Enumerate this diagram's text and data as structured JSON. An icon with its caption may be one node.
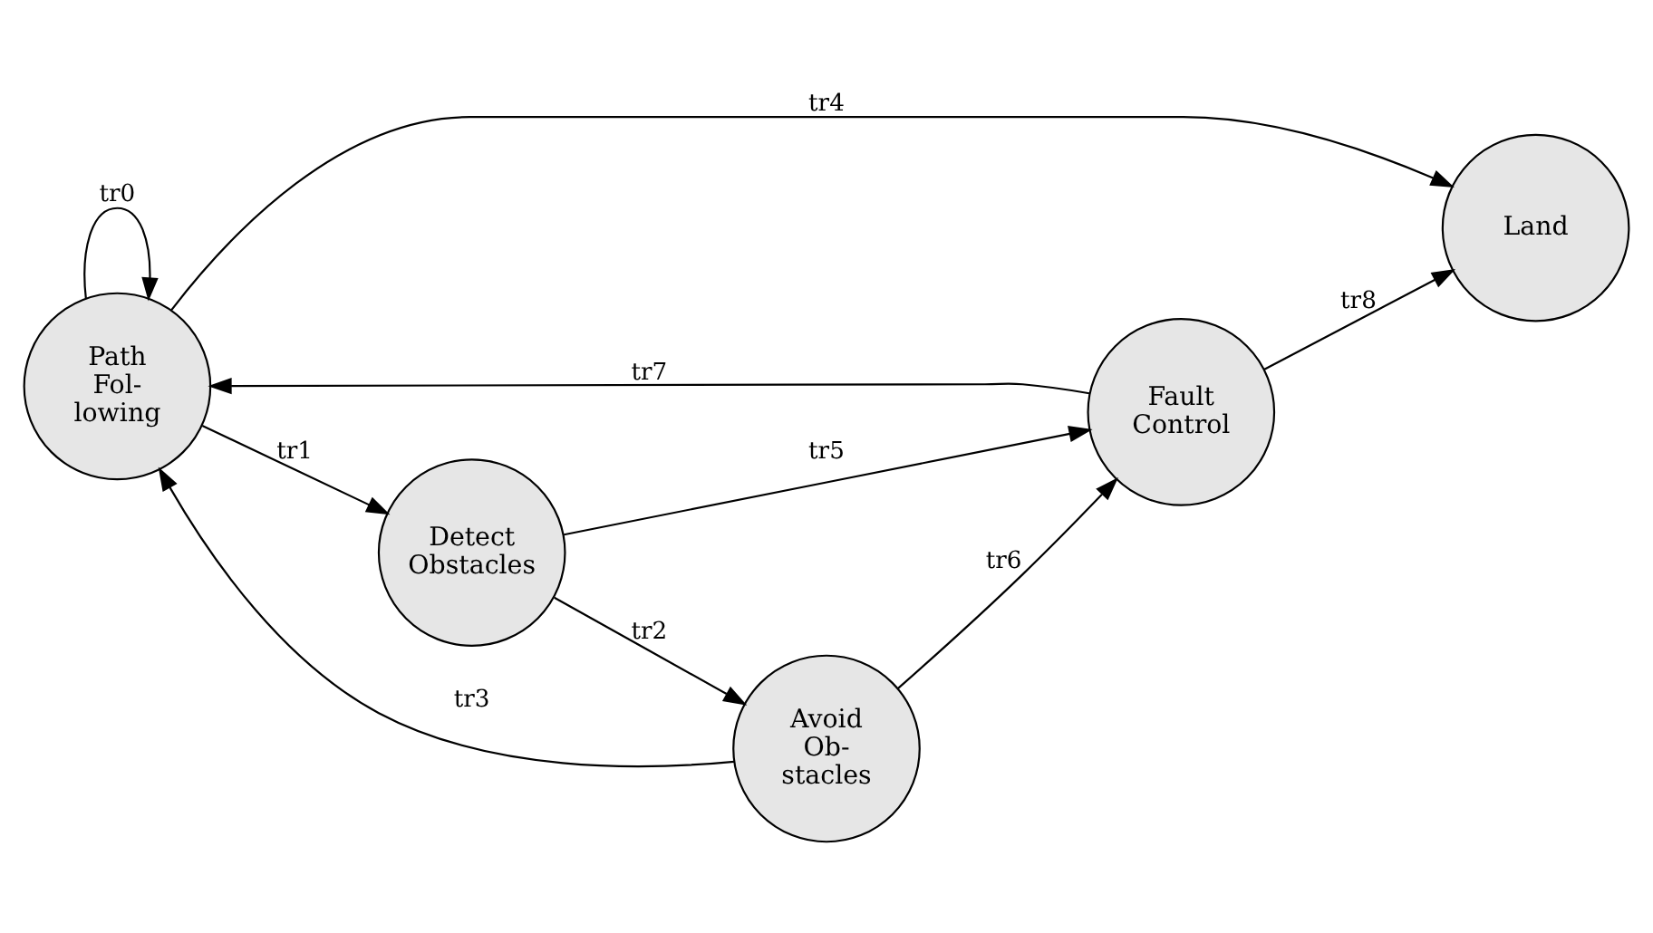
{
  "diagram": {
    "nodes": [
      {
        "text": [
          "Path Fol- lowing"
        ]
      },
      {
        "text": [
          "Detect Obstacles"
        ]
      },
      {
        "text": [
          "Avoid Ob- stacles"
        ]
      },
      {
        "text": [
          "Fault Control"
        ]
      },
      {
        "text": [
          "Land"
        ]
      }
    ],
    "edges": [
      {
        "from": 0,
        "to": 0,
        "arrow": "to",
        "label": "tr0"
      },
      {
        "from": 0,
        "to": 1,
        "arrow": "to",
        "label": "tr1"
      },
      {
        "from": 1,
        "to": 2,
        "arrow": "to",
        "label": "tr2"
      },
      {
        "from": 2,
        "to": 0,
        "arrow": "to",
        "label": "tr3"
      },
      {
        "from": 0,
        "to": 4,
        "arrow": "to",
        "label": "tr4"
      },
      {
        "from": 1,
        "to": 3,
        "arrow": "to",
        "label": "tr5"
      },
      {
        "from": 2,
        "to": 3,
        "arrow": "to",
        "label": "tr6"
      },
      {
        "from": 3,
        "to": 0,
        "arrow": "to",
        "label": "tr7"
      },
      {
        "from": 3,
        "to": 4,
        "arrow": "to",
        "label": "tr8"
      }
    ]
  }
}
